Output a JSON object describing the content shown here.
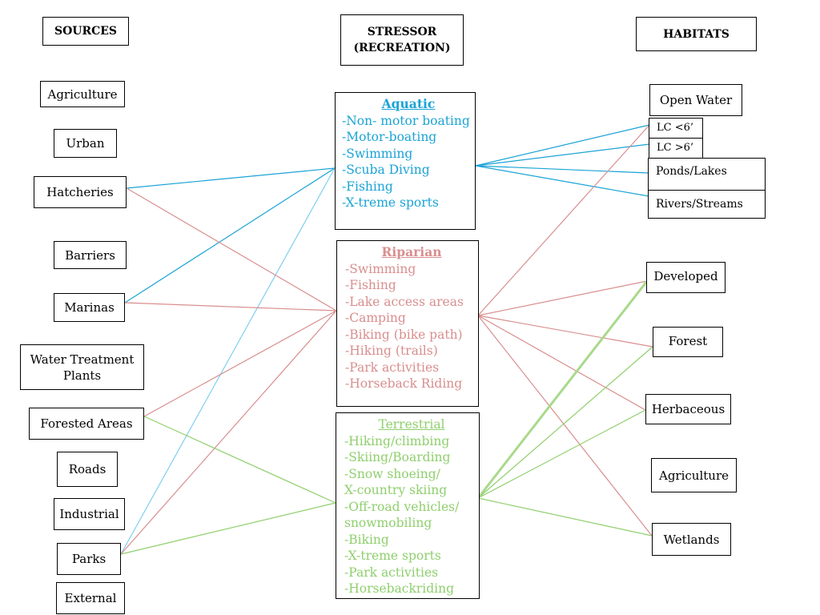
{
  "headers": {
    "sources": "SOURCES",
    "stressor_line1": "STRESSOR",
    "stressor_line2": "(RECREATION)",
    "habitats": "HABITATS"
  },
  "sources": [
    "Agriculture",
    "Urban",
    "Hatcheries",
    "Barriers",
    "Marinas",
    "Water Treatment Plants",
    "Forested Areas",
    "Roads",
    "Industrial",
    "Parks",
    "External"
  ],
  "stressors": {
    "aquatic": {
      "title": "Aquatic",
      "color": "#1aa3d6",
      "items": [
        "-Non- motor boating",
        "-Motor-boating",
        "-Swimming",
        "-Scuba Diving",
        "-Fishing",
        "-X-treme sports"
      ]
    },
    "riparian": {
      "title": "Riparian",
      "color": "#d98e8e",
      "items": [
        "-Swimming",
        "-Fishing",
        "-Lake access areas",
        "-Camping",
        "-Biking (bike path)",
        "-Hiking (trails)",
        "-Park activities",
        "-Horseback Riding"
      ]
    },
    "terrestrial": {
      "title": "Terrestrial",
      "color": "#8fcf6d",
      "items": [
        "-Hiking/climbing",
        "-Skiing/Boarding",
        "-Snow shoeing/",
        "X-country skiing",
        "-Off-road vehicles/",
        "snowmobiling",
        "-Biking",
        "-X-treme sports",
        "-Park activities",
        "-Horsebackriding"
      ]
    }
  },
  "habitats": [
    "Open Water",
    "LC <6’",
    "LC >6’",
    "Ponds/Lakes",
    "Rivers/Streams",
    "Developed",
    "Forest",
    "Herbaceous",
    "Agriculture",
    "Wetlands"
  ],
  "links": [
    {
      "from": "Hatcheries",
      "to": "aquatic",
      "color": "#1aa3d6"
    },
    {
      "from": "Marinas",
      "to": "aquatic",
      "color": "#1aa3d6"
    },
    {
      "from": "Parks",
      "to": "aquatic",
      "color": "#7fcff0"
    },
    {
      "from": "Hatcheries",
      "to": "riparian",
      "color": "#d98e8e"
    },
    {
      "from": "Marinas",
      "to": "riparian",
      "color": "#d98e8e"
    },
    {
      "from": "Forested Areas",
      "to": "riparian",
      "color": "#d98e8e"
    },
    {
      "from": "Parks",
      "to": "riparian",
      "color": "#d98e8e"
    },
    {
      "from": "Forested Areas",
      "to": "terrestrial",
      "color": "#8fcf6d"
    },
    {
      "from": "Parks",
      "to": "terrestrial",
      "color": "#8fcf6d"
    },
    {
      "from": "aquatic",
      "to": "LC <6’",
      "color": "#1aa3d6"
    },
    {
      "from": "aquatic",
      "to": "LC >6’",
      "color": "#1aa3d6"
    },
    {
      "from": "aquatic",
      "to": "Ponds/Lakes",
      "color": "#1aa3d6"
    },
    {
      "from": "aquatic",
      "to": "Rivers/Streams",
      "color": "#1aa3d6"
    },
    {
      "from": "riparian",
      "to": "LC <6’",
      "color": "#d98e8e"
    },
    {
      "from": "riparian",
      "to": "Developed",
      "color": "#d98e8e"
    },
    {
      "from": "riparian",
      "to": "Forest",
      "color": "#d98e8e"
    },
    {
      "from": "riparian",
      "to": "Herbaceous",
      "color": "#d98e8e"
    },
    {
      "from": "riparian",
      "to": "Wetlands",
      "color": "#d98e8e"
    },
    {
      "from": "terrestrial",
      "to": "Developed",
      "color": "#a9d98b",
      "heavy": true
    },
    {
      "from": "terrestrial",
      "to": "Forest",
      "color": "#8fcf6d"
    },
    {
      "from": "terrestrial",
      "to": "Herbaceous",
      "color": "#8fcf6d"
    },
    {
      "from": "terrestrial",
      "to": "Wetlands",
      "color": "#8fcf6d"
    }
  ]
}
